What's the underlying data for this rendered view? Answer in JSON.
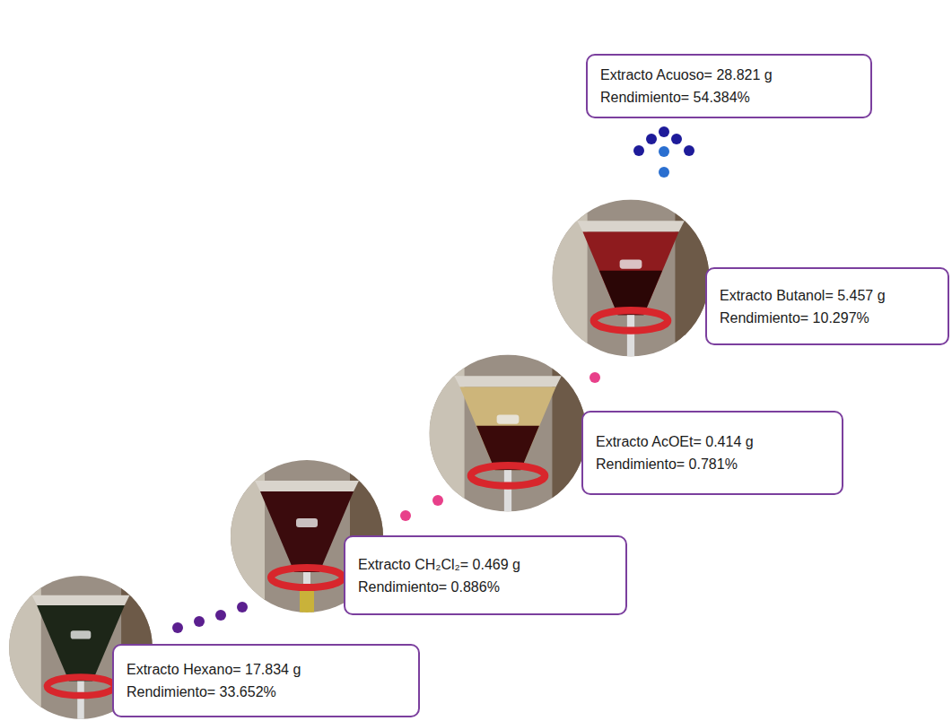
{
  "diagram": {
    "nodes": [
      {
        "text": [
          "Extracto Acuoso= 28.821 g",
          "Rendimiento= 54.384%"
        ]
      },
      {
        "text": [
          "Extracto Butanol= 5.457 g",
          "Rendimiento= 10.297%"
        ]
      },
      {
        "text": [
          "Extracto AcOEt= 0.414 g",
          "Rendimiento= 0.781%"
        ]
      },
      {
        "text": [
          "Extracto CH₂Cl₂= 0.469 g",
          "Rendimiento= 0.886%"
        ]
      },
      {
        "text": [
          "Extracto Hexano= 17.834 g",
          "Rendimiento= 33.652%"
        ]
      }
    ]
  }
}
